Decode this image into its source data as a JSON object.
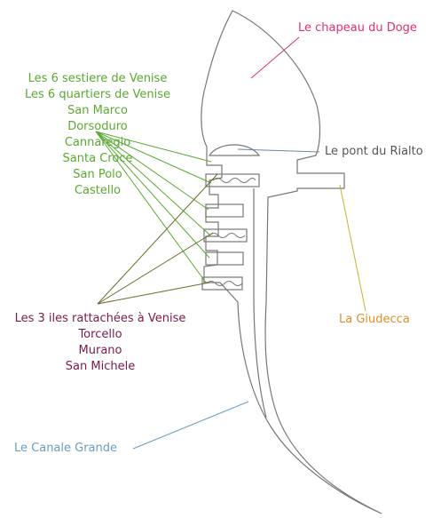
{
  "labels": {
    "chapeau": "Le chapeau du Doge",
    "rialto": "Le pont du Rialto",
    "giudecca": "La Giudecca",
    "canale": "Le Canale Grande",
    "sestiere_title": "Les 6 sestiere de Venise",
    "quartiers_title": "Les 6 quartiers de Venise",
    "sestieri": [
      "San Marco",
      "Dorsoduro",
      "Cannaregio",
      "Santa Croce",
      "San Polo",
      "Castello"
    ],
    "iles_title": "Les 3 iles rattachées à Venise",
    "iles": [
      "Torcello",
      "Murano",
      "San Michele"
    ]
  },
  "colors": {
    "green": "#5aa832",
    "maroon": "#7a1a4a",
    "pink": "#e0306a",
    "gray": "#555555",
    "orange": "#d9902a",
    "blue": "#6a9bc4",
    "outline": "#777777"
  }
}
